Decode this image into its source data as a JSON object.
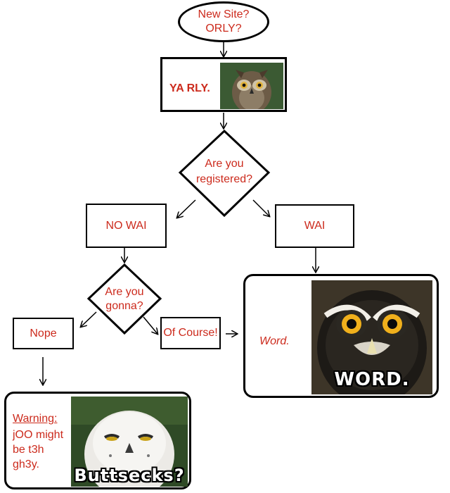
{
  "nodes": {
    "start": "New Site?\nORLY?",
    "yarly": "YA RLY.",
    "registered": "Are you\nregistered?",
    "nowai": "NO WAI",
    "wai": "WAI",
    "gonna": "Are you\ngonna?",
    "nope": "Nope",
    "ofcourse": "Of Course!",
    "word_text": "Word.",
    "warning_title": "Warning:",
    "warning_body": "jOO might\nbe t3h\ngh3y."
  },
  "captions": {
    "word_photo": "WORD.",
    "snowy_photo": "Buttsecks?"
  },
  "colors": {
    "label": "#cc2a1c",
    "stroke": "#000000"
  }
}
